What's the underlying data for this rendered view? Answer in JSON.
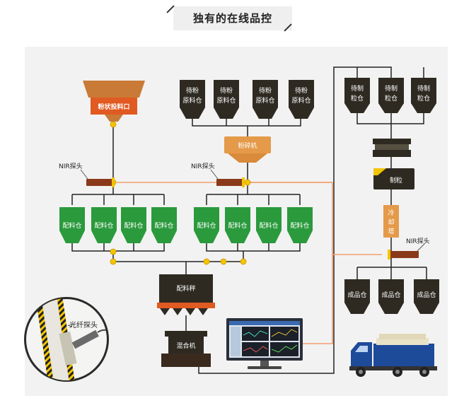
{
  "header": {
    "title": "独有的在线品控"
  },
  "diagram": {
    "powder_inlet": "粉状投料口",
    "raw_bins": [
      {
        "line1": "待粉",
        "line2": "原料仓"
      },
      {
        "line1": "待粉",
        "line2": "原料仓"
      },
      {
        "line1": "待粉",
        "line2": "原料仓"
      },
      {
        "line1": "待粉",
        "line2": "原料仓"
      }
    ],
    "grinder": "粉碎机",
    "nir_left": "NIR探头",
    "nir_mid": "NIR探头",
    "nir_right": "NIR探头",
    "batch_bins_left": [
      "配料仓",
      "配料仓",
      "配料仓",
      "配料仓"
    ],
    "batch_bins_right": [
      "配料仓",
      "配料仓",
      "配料仓",
      "配料仓"
    ],
    "batch_scale": "配料秤",
    "mixer": "混合机",
    "pellet_bins": [
      {
        "line1": "待制",
        "line2": "粒仓"
      },
      {
        "line1": "待制",
        "line2": "粒仓"
      },
      {
        "line1": "待制",
        "line2": "粒仓"
      }
    ],
    "pelletizer": "制粒",
    "cooler": [
      "冷",
      "却",
      "塔"
    ],
    "product_bins": [
      "成品仓",
      "成品仓",
      "成品仓"
    ],
    "fiber_probe": "光纤探头"
  },
  "colors": {
    "bin_green": "#2a9a3c",
    "inlet_orange": "#e07b22",
    "dark": "#2e2a22",
    "probe_line": "#f0a070",
    "node_yellow": "#f4c400"
  }
}
